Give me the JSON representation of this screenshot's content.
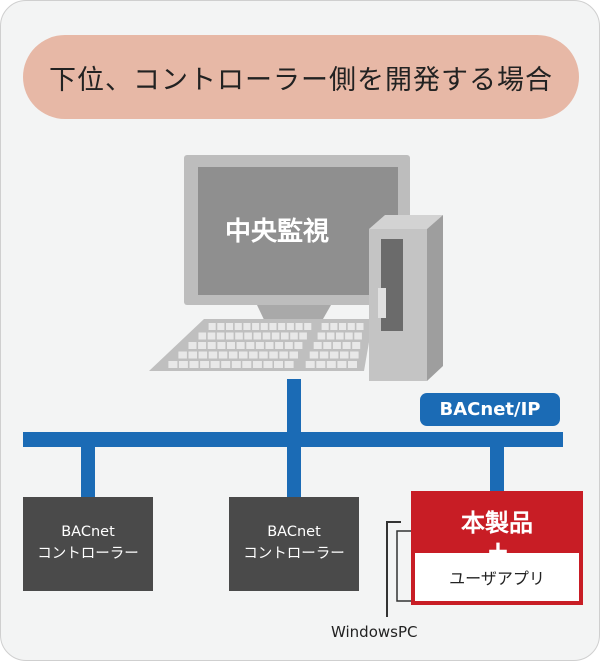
{
  "title": "下位、コントローラー側を開発する場合",
  "central": {
    "label": "中央監視"
  },
  "network": {
    "label": "BACnet/IP"
  },
  "controllers": [
    {
      "line1": "BACnet",
      "line2": "コントローラー"
    },
    {
      "line1": "BACnet",
      "line2": "コントローラー"
    }
  ],
  "product": {
    "name": "本製品",
    "plus": "+",
    "app": "ユーザアプリ"
  },
  "pc_label": "WindowsPC",
  "colors": {
    "network_blue": "#1b6bb5",
    "product_red": "#c81d25",
    "title_bg": "#e7b8a6",
    "controller_gray": "#4a4a4a"
  }
}
